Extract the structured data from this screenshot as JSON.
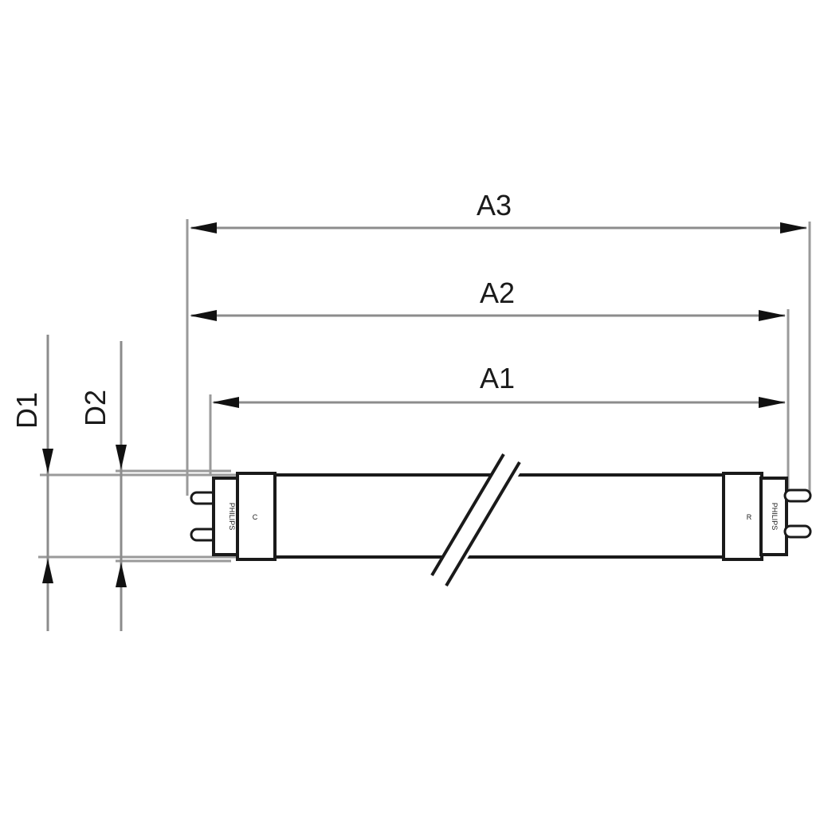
{
  "diagram": {
    "type": "technical-dimension-drawing",
    "subject": "fluorescent tube",
    "labels": {
      "a3": "A3",
      "a2": "A2",
      "a1": "A1",
      "d1": "D1",
      "d2": "D2"
    },
    "endcap_text": {
      "left": "PHILIPS",
      "right": "PHILIPS",
      "left_mark": "C",
      "right_mark": "R"
    },
    "colors": {
      "line": "#1a1a1a",
      "dimension": "#8c8c8c",
      "background": "#ffffff"
    }
  }
}
